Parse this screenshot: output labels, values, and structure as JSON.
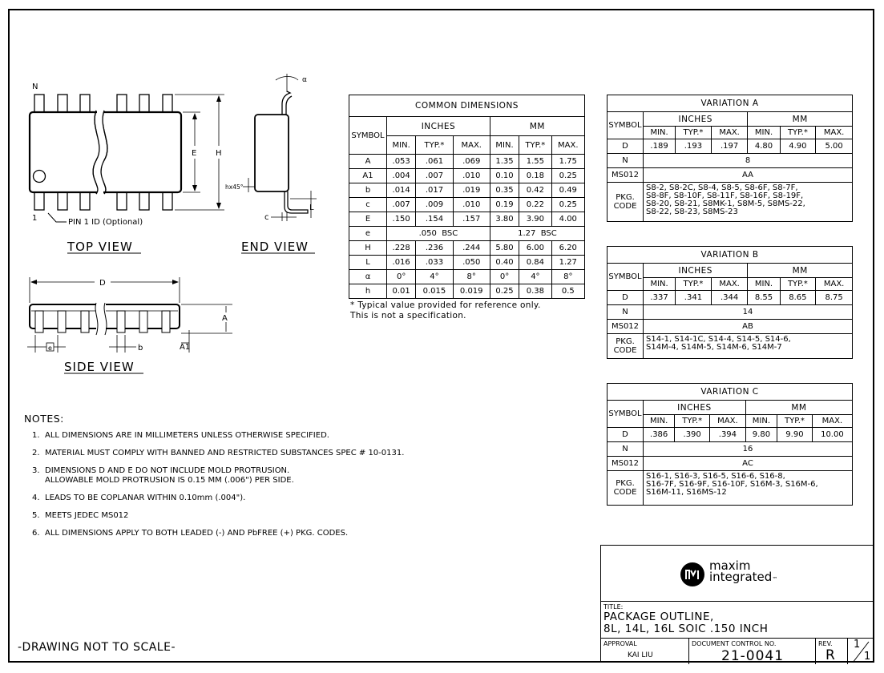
{
  "views": {
    "top_view": "TOP VIEW",
    "end_view": "END VIEW",
    "side_view": "SIDE VIEW",
    "pin_label": "N",
    "pin1_label": "1",
    "pin1_id": "PIN 1 ID (Optional)",
    "dim_E": "E",
    "dim_H": "H",
    "dim_D": "D",
    "dim_A": "A",
    "dim_A1": "A1",
    "dim_e": "e",
    "dim_b": "b",
    "dim_c": "c",
    "dim_L": "L",
    "dim_alpha": "α",
    "dim_hx45": "hx45°"
  },
  "common_dimensions": {
    "title": "COMMON DIMENSIONS",
    "symbol": "SYMBOL",
    "inches": "INCHES",
    "mm": "MM",
    "sub": [
      "MIN.",
      "TYP.*",
      "MAX.",
      "MIN.",
      "TYP.*",
      "MAX."
    ],
    "rows": [
      {
        "s": "A",
        "v": [
          ".053",
          ".061",
          ".069",
          "1.35",
          "1.55",
          "1.75"
        ]
      },
      {
        "s": "A1",
        "v": [
          ".004",
          ".007",
          ".010",
          "0.10",
          "0.18",
          "0.25"
        ]
      },
      {
        "s": "b",
        "v": [
          ".014",
          ".017",
          ".019",
          "0.35",
          "0.42",
          "0.49"
        ]
      },
      {
        "s": "c",
        "v": [
          ".007",
          ".009",
          ".010",
          "0.19",
          "0.22",
          "0.25"
        ]
      },
      {
        "s": "E",
        "v": [
          ".150",
          ".154",
          ".157",
          "3.80",
          "3.90",
          "4.00"
        ]
      },
      {
        "s": "e",
        "span_in": ".050  BSC",
        "span_mm": "1.27  BSC"
      },
      {
        "s": "H",
        "v": [
          ".228",
          ".236",
          ".244",
          "5.80",
          "6.00",
          "6.20"
        ]
      },
      {
        "s": "L",
        "v": [
          ".016",
          ".033",
          ".050",
          "0.40",
          "0.84",
          "1.27"
        ]
      },
      {
        "s": "α",
        "v": [
          "0°",
          "4°",
          "8°",
          "0°",
          "4°",
          "8°"
        ]
      },
      {
        "s": "h",
        "v": [
          "0.01",
          "0.015",
          "0.019",
          "0.25",
          "0.38",
          "0.5"
        ]
      }
    ],
    "footnote": "* Typical value provided for reference only.\nThis is not a specification."
  },
  "variations": [
    {
      "title": "VARIATION A",
      "d": [
        ".189",
        ".193",
        ".197",
        "4.80",
        "4.90",
        "5.00"
      ],
      "n": "8",
      "ms012": "AA",
      "pkg": "S8-2, S8-2C, S8-4, S8-5, S8-6F, S8-7F,\nS8-8F, S8-10F, S8-11F, S8-16F, S8-19F,\nS8-20, S8-21, S8MK-1, S8M-5, S8MS-22,\nS8-22, S8-23, S8MS-23"
    },
    {
      "title": "VARIATION B",
      "d": [
        ".337",
        ".341",
        ".344",
        "8.55",
        "8.65",
        "8.75"
      ],
      "n": "14",
      "ms012": "AB",
      "pkg": "S14-1, S14-1C, S14-4, S14-5, S14-6,\nS14M-4, S14M-5, S14M-6, S14M-7"
    },
    {
      "title": "VARIATION C",
      "d": [
        ".386",
        ".390",
        ".394",
        "9.80",
        "9.90",
        "10.00"
      ],
      "n": "16",
      "ms012": "AC",
      "pkg": "S16-1, S16-3, S16-5, S16-6, S16-8,\nS16-7F, S16-9F, S16-10F, S16M-3, S16M-6,\nS16M-11, S16MS-12"
    }
  ],
  "variation_labels": {
    "symbol": "SYMBOL",
    "inches": "INCHES",
    "mm": "MM",
    "sub": [
      "MIN.",
      "TYP.*",
      "MAX.",
      "MIN.",
      "TYP.*",
      "MAX."
    ],
    "d": "D",
    "n": "N",
    "ms012": "MS012",
    "pkg": "PKG.\nCODE"
  },
  "notes": {
    "title": "NOTES:",
    "items": [
      {
        "n": "1.",
        "t": "ALL DIMENSIONS ARE IN MILLIMETERS UNLESS OTHERWISE SPECIFIED."
      },
      {
        "n": "2.",
        "t": "MATERIAL MUST COMPLY WITH BANNED AND RESTRICTED SUBSTANCES SPEC # 10-0131."
      },
      {
        "n": "3.",
        "t": "DIMENSIONS D AND E DO NOT INCLUDE MOLD PROTRUSION.\nALLOWABLE MOLD PROTRUSION IS 0.15 MM (.006\") PER SIDE."
      },
      {
        "n": "4.",
        "t": "LEADS TO BE COPLANAR WITHIN 0.10mm (.004\")."
      },
      {
        "n": "5.",
        "t": "MEETS JEDEC MS012"
      },
      {
        "n": "6.",
        "t": "ALL DIMENSIONS APPLY TO BOTH LEADED (-) AND PbFREE (+) PKG. CODES."
      }
    ]
  },
  "scale_note": "-DRAWING NOT TO SCALE-",
  "title_block": {
    "logo_line1": "maxim",
    "logo_line2": "integrated",
    "logo_tm": "™",
    "title_label": "TITLE:",
    "title_line1": "PACKAGE OUTLINE,",
    "title_line2": "8L, 14L, 16L SOIC .150 INCH",
    "approval_label": "APPROVAL",
    "approval_name": "KAI LIU",
    "doc_label": "DOCUMENT CONTROL NO.",
    "doc_no": "21-0041",
    "rev_label": "REV.",
    "rev": "R",
    "sheet_num": "1",
    "sheet_den": "1"
  }
}
